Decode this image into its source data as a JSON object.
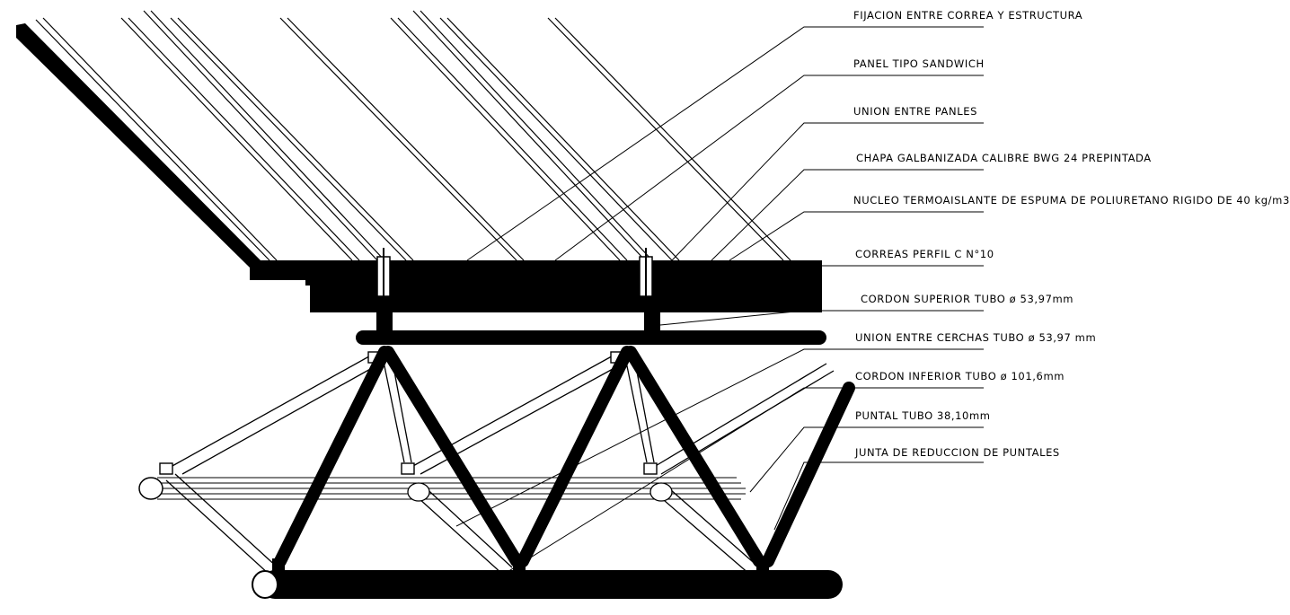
{
  "labels": [
    "FIJACION ENTRE CORREA Y ESTRUCTURA",
    "PANEL TIPO SANDWICH",
    "UNION ENTRE PANLES",
    "CHAPA GALBANIZADA CALIBRE BWG 24 PREPINTADA",
    "NUCLEO TERMOAISLANTE DE ESPUMA DE POLIURETANO RIGIDO DE  40 kg/m3",
    "CORREAS PERFIL C N°10",
    "CORDON SUPERIOR TUBO ø 53,97mm",
    "UNION ENTRE CERCHAS TUBO ø 53,97 mm",
    "CORDON INFERIOR TUBO ø 101,6mm",
    "PUNTAL TUBO 38,10mm",
    "JUNTA DE REDUCCION DE PUNTALES"
  ],
  "colors": {
    "ink": "#000000",
    "paper": "#ffffff"
  }
}
